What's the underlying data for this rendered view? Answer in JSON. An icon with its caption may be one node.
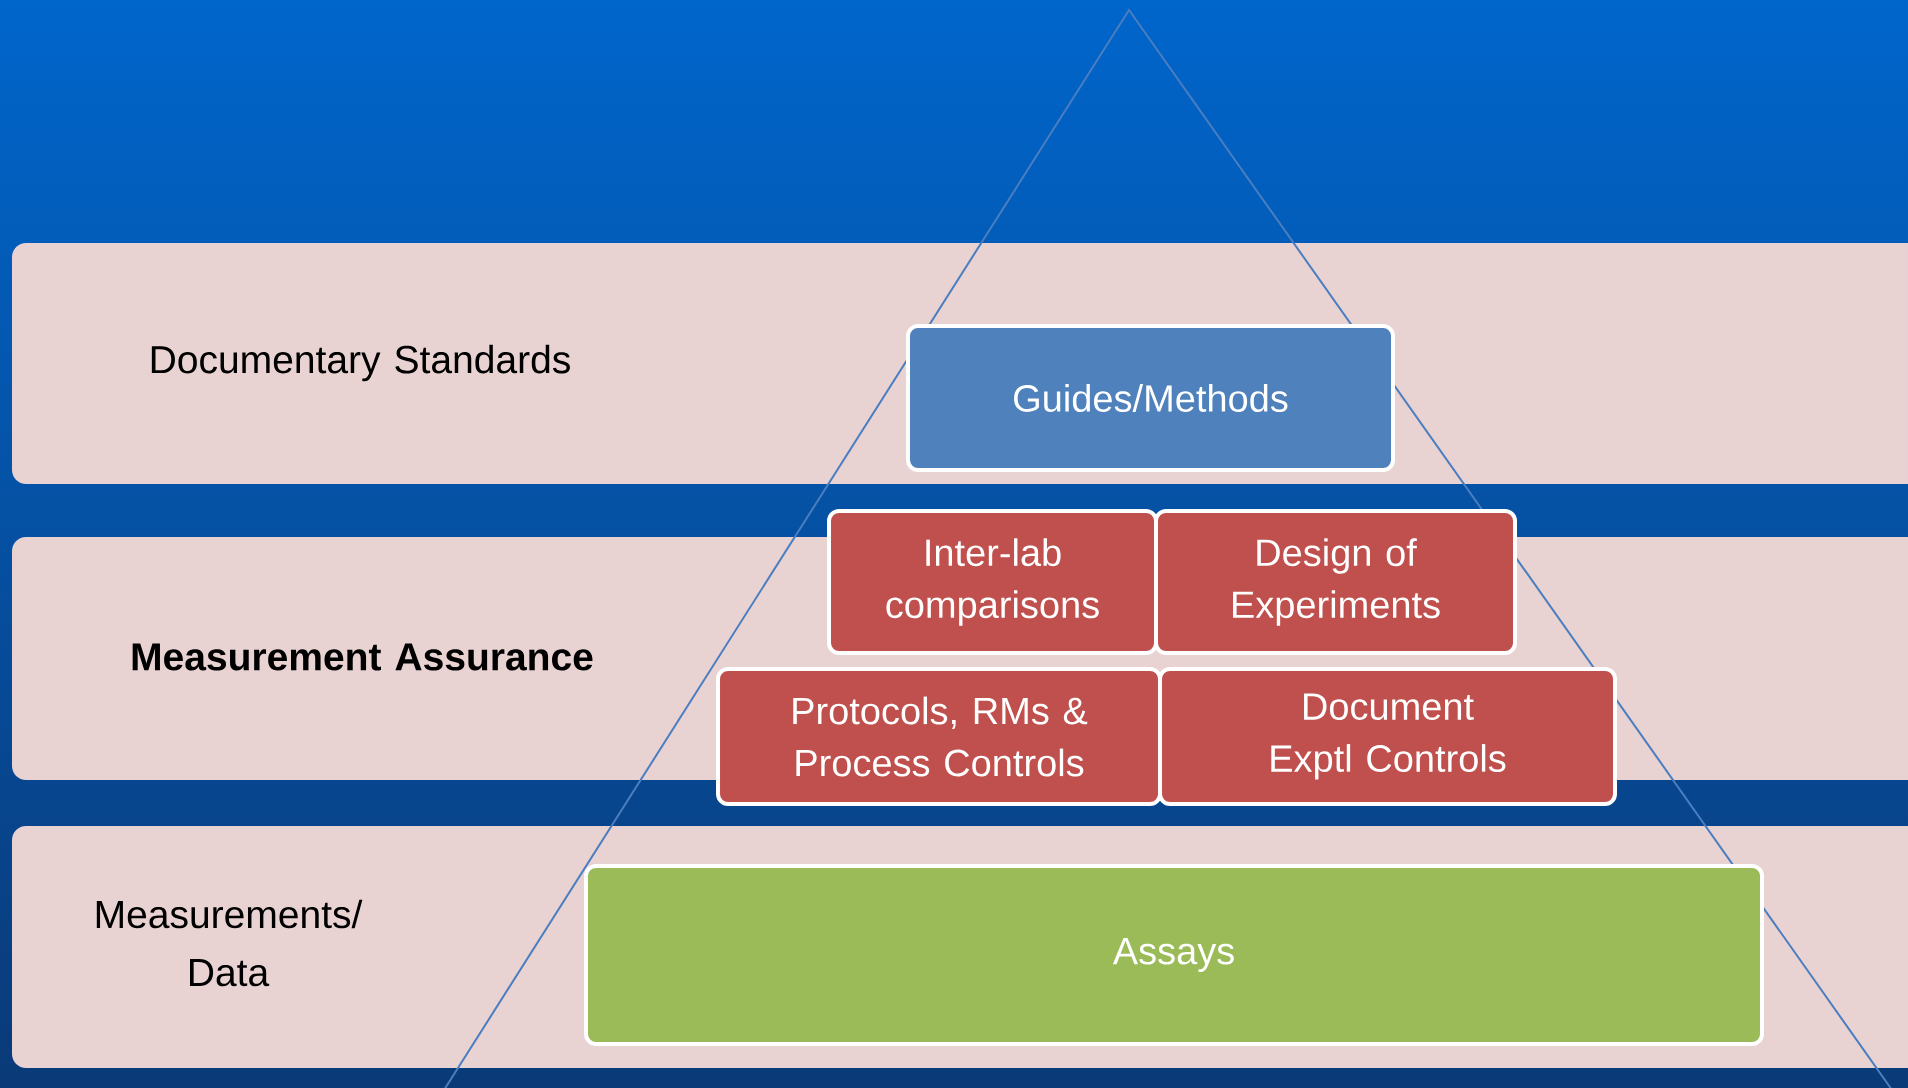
{
  "diagram": {
    "nodes": [
      {
        "text": [
          "Documentary Standards"
        ]
      },
      {
        "text": [
          "Guides/Methods"
        ],
        "in": 0
      },
      {
        "text": [
          "Measurement Assurance"
        ]
      },
      {
        "text": [
          "Inter-lab comparisons"
        ]
      },
      {
        "text": [
          "Design of Experiments"
        ]
      },
      {
        "text": [
          "Protocols, RMs & Process Controls"
        ]
      },
      {
        "text": [
          "Document Exptl Controls"
        ]
      },
      {
        "text": [
          "Measurements/ Data"
        ]
      },
      {
        "text": [
          "Assays"
        ],
        "in": 7
      }
    ]
  }
}
